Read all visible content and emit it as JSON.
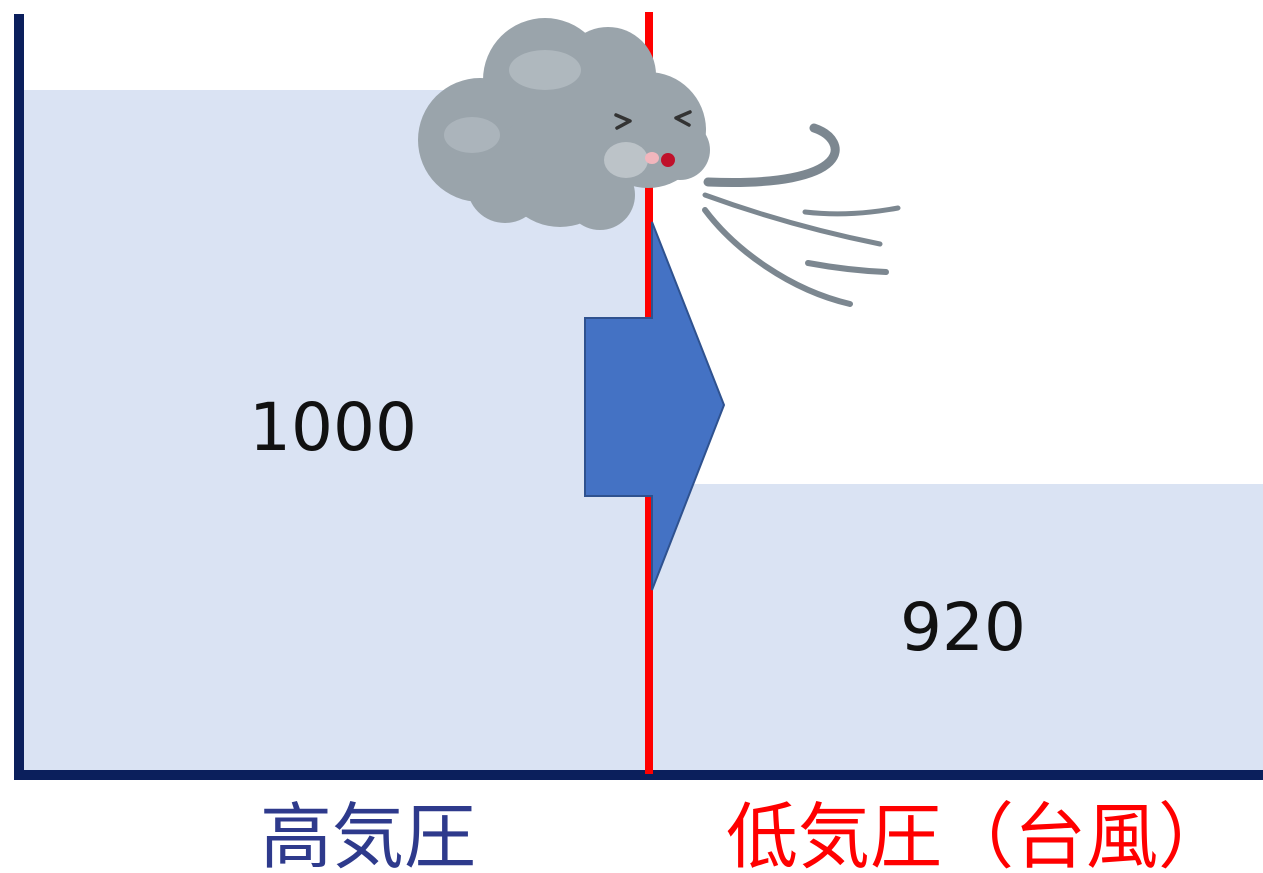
{
  "high_pressure": {
    "value": "1000",
    "label": "高気圧",
    "label_color": "#2e3a8c",
    "fill_color": "#dae3f3"
  },
  "low_pressure": {
    "value": "920",
    "label": "低気圧（台風）",
    "label_color": "#ff0000",
    "fill_color": "#dae3f3"
  },
  "colors": {
    "axis": "#0b1f5c",
    "divider": "#ff0000",
    "arrow": "#4472c4",
    "cloud": "#9aa4ab",
    "wind": "#7c8790"
  },
  "icons": {
    "cloud": "blowing-cloud-icon",
    "wind": "wind-gust-icon",
    "arrow": "right-arrow-icon"
  }
}
